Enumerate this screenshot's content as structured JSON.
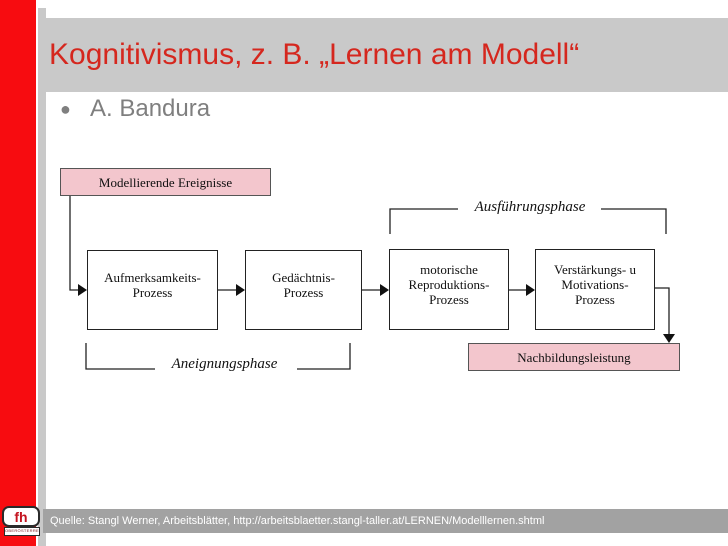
{
  "slide": {
    "title": "Kognitivismus, z. B. „Lernen am Modell“",
    "bullet_marker": "●",
    "bullet_text": "A. Bandura"
  },
  "diagram": {
    "source_box": {
      "label": "Modellierende Ereignisse"
    },
    "process_boxes": [
      {
        "lines": [
          "Aufmerksamkeits-",
          "Prozess"
        ]
      },
      {
        "lines": [
          "Gedächtnis-",
          "Prozess"
        ]
      },
      {
        "lines": [
          "motorische",
          "Reproduktions-",
          "Prozess"
        ]
      },
      {
        "lines": [
          "Verstärkungs- u",
          "Motivations-",
          "Prozess"
        ]
      }
    ],
    "phase_labels": {
      "top": "Ausführungsphase",
      "bottom": "Aneignungsphase"
    },
    "result_box": {
      "label": "Nachbildungsleistung"
    }
  },
  "footer": {
    "source_text": "Quelle: Stangl Werner, Arbeitsblätter, http://arbeitsblaetter.stangl-taller.at/LERNEN/Modelllernen.shtml",
    "logo_text": "fh",
    "logo_subtext": "OBERÖSTERREICH"
  },
  "colors": {
    "accent_red_bar": "#f70c10",
    "title_red": "#d5271e",
    "band_gray": "#c9c9c9",
    "footer_gray": "#a2a2a2",
    "bullet_gray": "#7f7f7f",
    "diagram_pink": "#f3c6cd"
  }
}
